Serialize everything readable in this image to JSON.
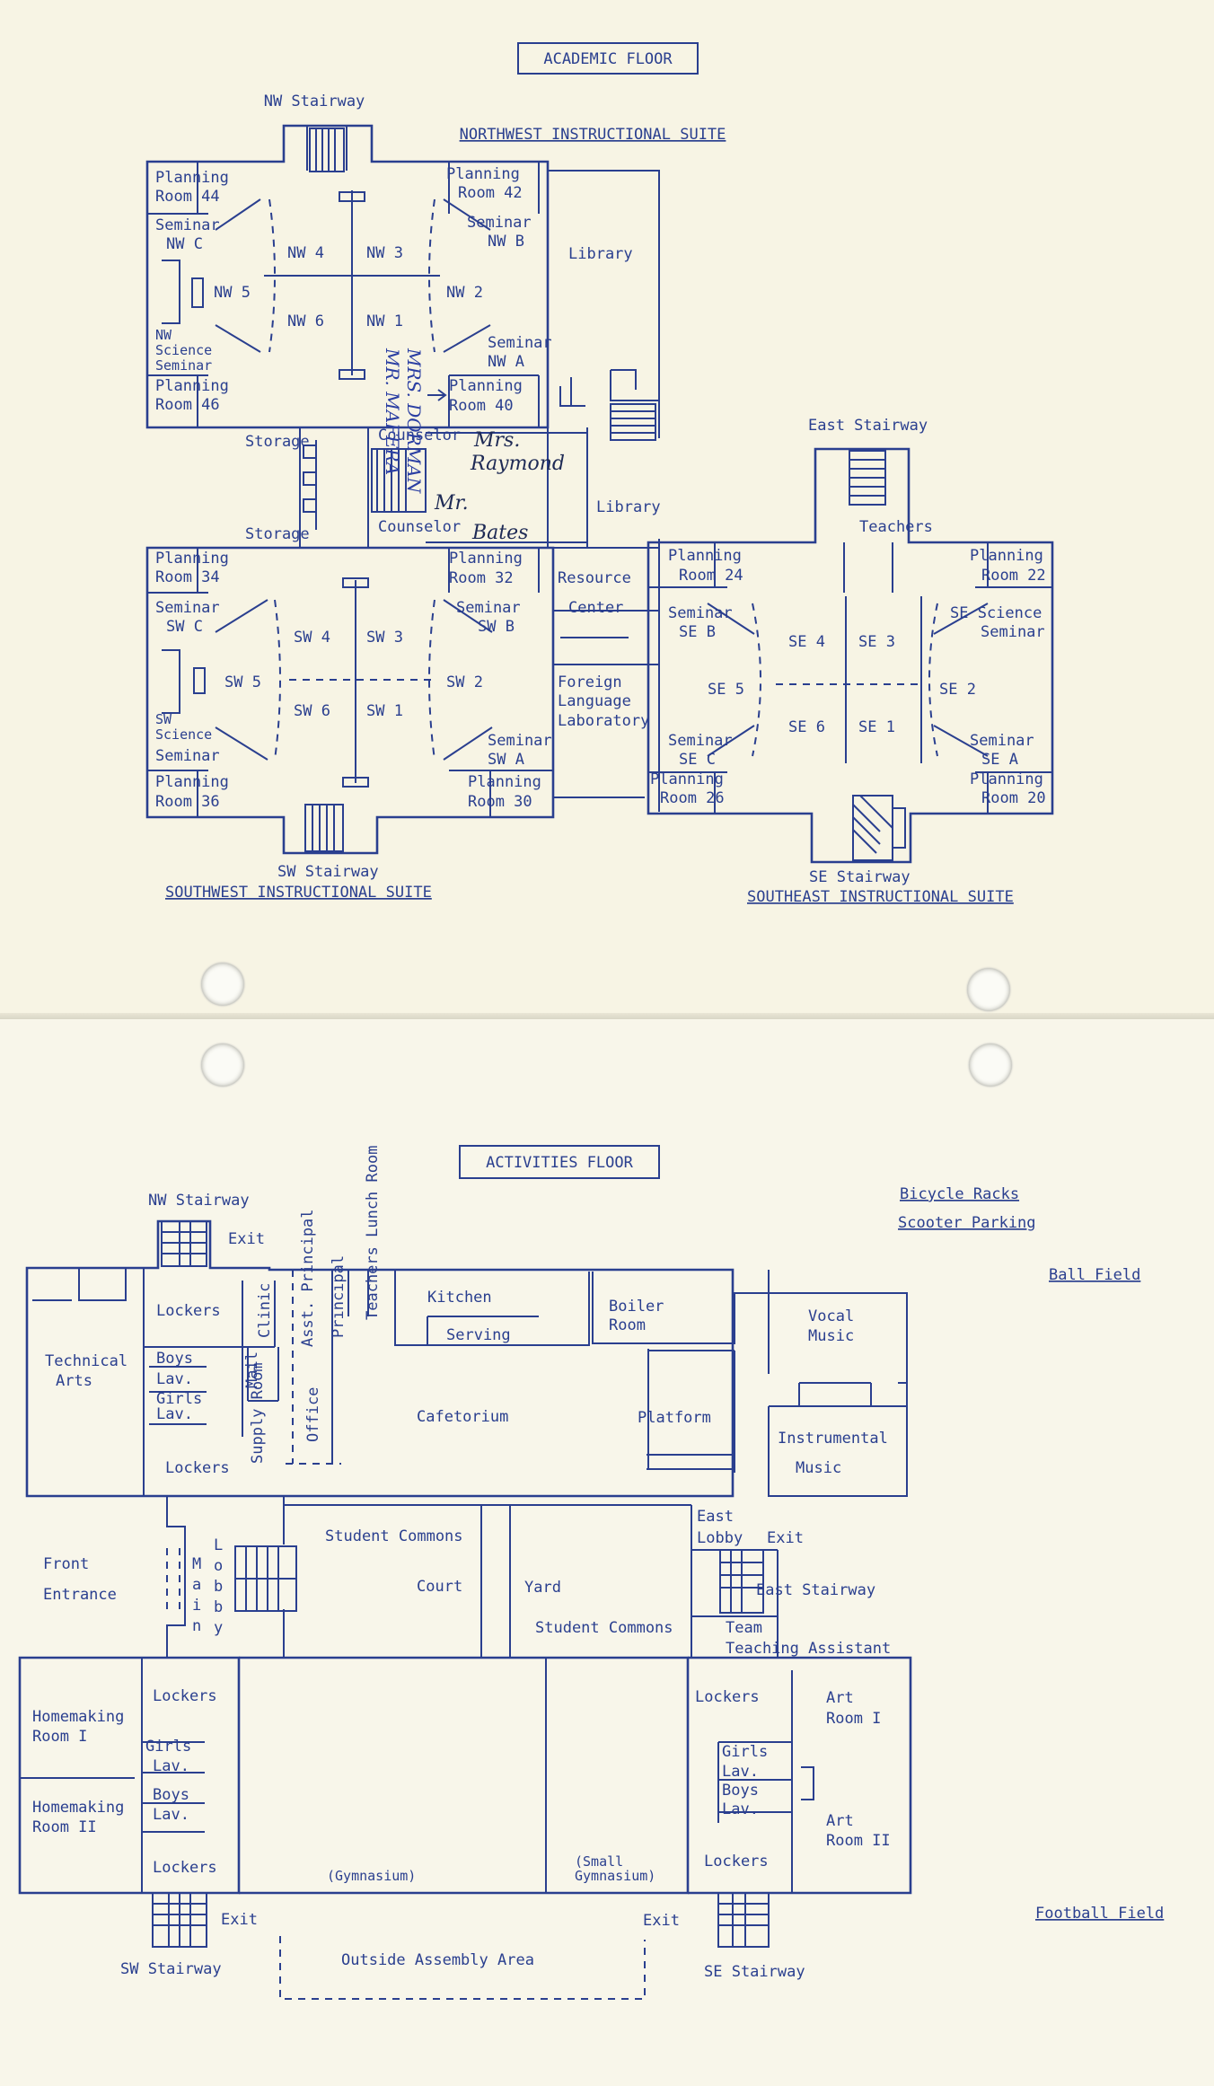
{
  "academic": {
    "title": "ACADEMIC FLOOR",
    "nw_suite": "NORTHWEST INSTRUCTIONAL SUITE",
    "sw_suite": "SOUTHWEST INSTRUCTIONAL SUITE",
    "se_suite": "SOUTHEAST INSTRUCTIONAL SUITE",
    "nw_stairway": "NW Stairway",
    "sw_stairway": "SW Stairway",
    "east_stairway": "East Stairway",
    "se_stairway": "SE Stairway",
    "planning_44": [
      "Planning",
      "Room 44"
    ],
    "planning_42": [
      "Planning",
      "Room 42"
    ],
    "planning_46": [
      "Planning",
      "Room 46"
    ],
    "planning_40": [
      "Planning",
      "Room 40"
    ],
    "planning_34": [
      "Planning",
      "Room 34"
    ],
    "planning_32": [
      "Planning",
      "Room 32"
    ],
    "planning_36": [
      "Planning",
      "Room 36"
    ],
    "planning_30": [
      "Planning",
      "Room 30"
    ],
    "planning_24": [
      "Planning",
      "Room 24"
    ],
    "planning_22": [
      "Planning",
      "Room 22"
    ],
    "planning_26": [
      "Planning",
      "Room 26"
    ],
    "planning_20": [
      "Planning",
      "Room 20"
    ],
    "seminar_nwc": [
      "Seminar",
      "NW C"
    ],
    "seminar_nwb": [
      "Seminar",
      "NW B"
    ],
    "seminar_nwa": [
      "Seminar",
      "NW A"
    ],
    "nw_science": [
      "NW",
      "Science",
      "Seminar"
    ],
    "seminar_swc": [
      "Seminar",
      "SW C"
    ],
    "seminar_swb": [
      "Seminar",
      "SW B"
    ],
    "seminar_swa": [
      "Seminar",
      "SW A"
    ],
    "sw_science": [
      "SW",
      "Science",
      "Seminar"
    ],
    "seminar_seb": [
      "Seminar",
      "SE B"
    ],
    "seminar_sec": [
      "Seminar",
      "SE C"
    ],
    "seminar_sea": [
      "Seminar",
      "SE A"
    ],
    "se_science": [
      "SE Science",
      "Seminar"
    ],
    "rooms": {
      "nw1": "NW 1",
      "nw2": "NW 2",
      "nw3": "NW 3",
      "nw4": "NW 4",
      "nw5": "NW 5",
      "nw6": "NW 6",
      "sw1": "SW 1",
      "sw2": "SW 2",
      "sw3": "SW 3",
      "sw4": "SW 4",
      "sw5": "SW 5",
      "sw6": "SW 6",
      "se1": "SE 1",
      "se2": "SE 2",
      "se3": "SE 3",
      "se4": "SE 4",
      "se5": "SE 5",
      "se6": "SE 6"
    },
    "library": "Library",
    "library2": "Library",
    "storage": "Storage",
    "storage2": "Storage",
    "counselor": "Counselor",
    "counselor2": "Counselor",
    "resource_center": [
      "Resource",
      "Center"
    ],
    "foreign_lang": [
      "Foreign",
      "Language",
      "Laboratory"
    ],
    "teachers": "Teachers",
    "handwritten": {
      "mrs_dorman": "MRS. DORMAN",
      "mr_mafera": "MR. MAFERA",
      "mrs_raymond": [
        "Mrs.",
        "Raymond"
      ],
      "mr_bates": [
        "Mr.",
        "Bates"
      ]
    }
  },
  "activities": {
    "title": "ACTIVITIES FLOOR",
    "bicycle_racks": "Bicycle Racks",
    "scooter_parking": "Scooter Parking",
    "ball_field": "Ball Field",
    "football_field": "Football Field",
    "nw_stairway": "NW Stairway",
    "sw_stairway": "SW Stairway",
    "east_stairway": "East Stairway",
    "se_stairway": "SE Stairway",
    "exit": "Exit",
    "technical_arts": [
      "Technical",
      "Arts"
    ],
    "lockers": "Lockers",
    "boys_lav": [
      "Boys",
      "Lav."
    ],
    "girls_lav": [
      "Girls",
      "Lav."
    ],
    "clinic": "Clinic",
    "mail": "Mail",
    "supply_room": "Supply Room",
    "office": "Office",
    "asst_principal": "Asst. Principal",
    "principal": "Principal",
    "teachers_lunch": "Teachers Lunch Room",
    "kitchen": "Kitchen",
    "serving": "Serving",
    "boiler_room": [
      "Boiler",
      "Room"
    ],
    "cafetorium": "Cafetorium",
    "platform": "Platform",
    "vocal_music": [
      "Vocal",
      "Music"
    ],
    "instrumental_music": [
      "Instrumental",
      "Music"
    ],
    "front_entrance": [
      "Front",
      "Entrance"
    ],
    "main_lobby_main": [
      "M",
      "a",
      "i",
      "n"
    ],
    "main_lobby_lobby": [
      "L",
      "o",
      "b",
      "b",
      "y"
    ],
    "student_commons": "Student Commons",
    "court": "Court",
    "yard": "Yard",
    "east_lobby": [
      "East",
      "Lobby"
    ],
    "team_teaching": [
      "Team",
      "Teaching Assistant"
    ],
    "homemaking_1": [
      "Homemaking",
      "Room I"
    ],
    "homemaking_2": [
      "Homemaking",
      "Room II"
    ],
    "art_1": [
      "Art",
      "Room I"
    ],
    "art_2": [
      "Art",
      "Room II"
    ],
    "gymnasium": "(Gymnasium)",
    "small_gym": [
      "(Small",
      "Gymnasium)"
    ],
    "outside_assembly": "Outside Assembly Area"
  }
}
